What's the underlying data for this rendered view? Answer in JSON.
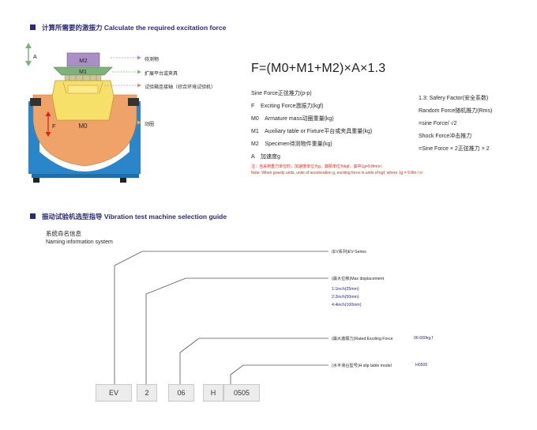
{
  "section1": {
    "title": "计算所需要的激振力  Calculate the required excitation force"
  },
  "diagram": {
    "label_a": "A",
    "label_m2": "M2",
    "label_m1": "M1",
    "label_f": "F",
    "label_m0": "M0",
    "callouts": [
      "待测物",
      "扩展平台或夹具",
      "试验箱连接轴（综合环境试验机）",
      "动圈"
    ],
    "colors": {
      "blue_frame": "#2a86c8",
      "orange_body": "#f0a368",
      "yellow": "#f7e06a",
      "m1_green": "#7db37a",
      "m2_purple": "#a98fc4"
    }
  },
  "formula": {
    "main": "F=(M0+M1+M2)×A×1.3",
    "definitions": [
      "Sine Force正弦推力(p-p)",
      "F    Exciting Force激振力(kgf)",
      "M0    Armature mass动圈重量(kg)",
      "M1    Auxiliary table or Fixture平台或夹具重量(kg)",
      "M2    Specimen待测物件重量(kg)",
      "A    加速度g"
    ],
    "right_notes": [
      "1.3: Safery Factor(安全系数)",
      "Random Force随机推力(Rms)",
      "=sine Force/ √2",
      "Shock Force冲击推力",
      "=Sine Force × 2正弦推力 × 2"
    ],
    "note_cn": "注：当采用重力单位时，加速度单位为g，激振单位为kgf，其中1g=9.8m/s²;",
    "note_en": "Note: When gravity units, units of acceleration g, exciting force in units of kgf, where 1g = 9.8m / s²."
  },
  "section2": {
    "title": "振动试验机选型指导  Vibration test machine selection guide",
    "naming_cn": "系统命名信息",
    "naming_en": "Naming information system"
  },
  "guide": {
    "series": "(EV系列)EV-Series",
    "max_disp": "(最大位移)Max displacement",
    "disp_options": [
      "1:1inch(25mm)",
      "2:2inch(50mm)",
      "4:4inch(100mm)"
    ],
    "rated_force": "(最大激振力)Rated Exciting Force",
    "rated_force_example": "06:600kg.f",
    "slip_table": "(水平滑台型号)H slip table model",
    "slip_example": "H0505",
    "boxes": [
      "EV",
      "2",
      "06",
      "H",
      "0505"
    ]
  }
}
